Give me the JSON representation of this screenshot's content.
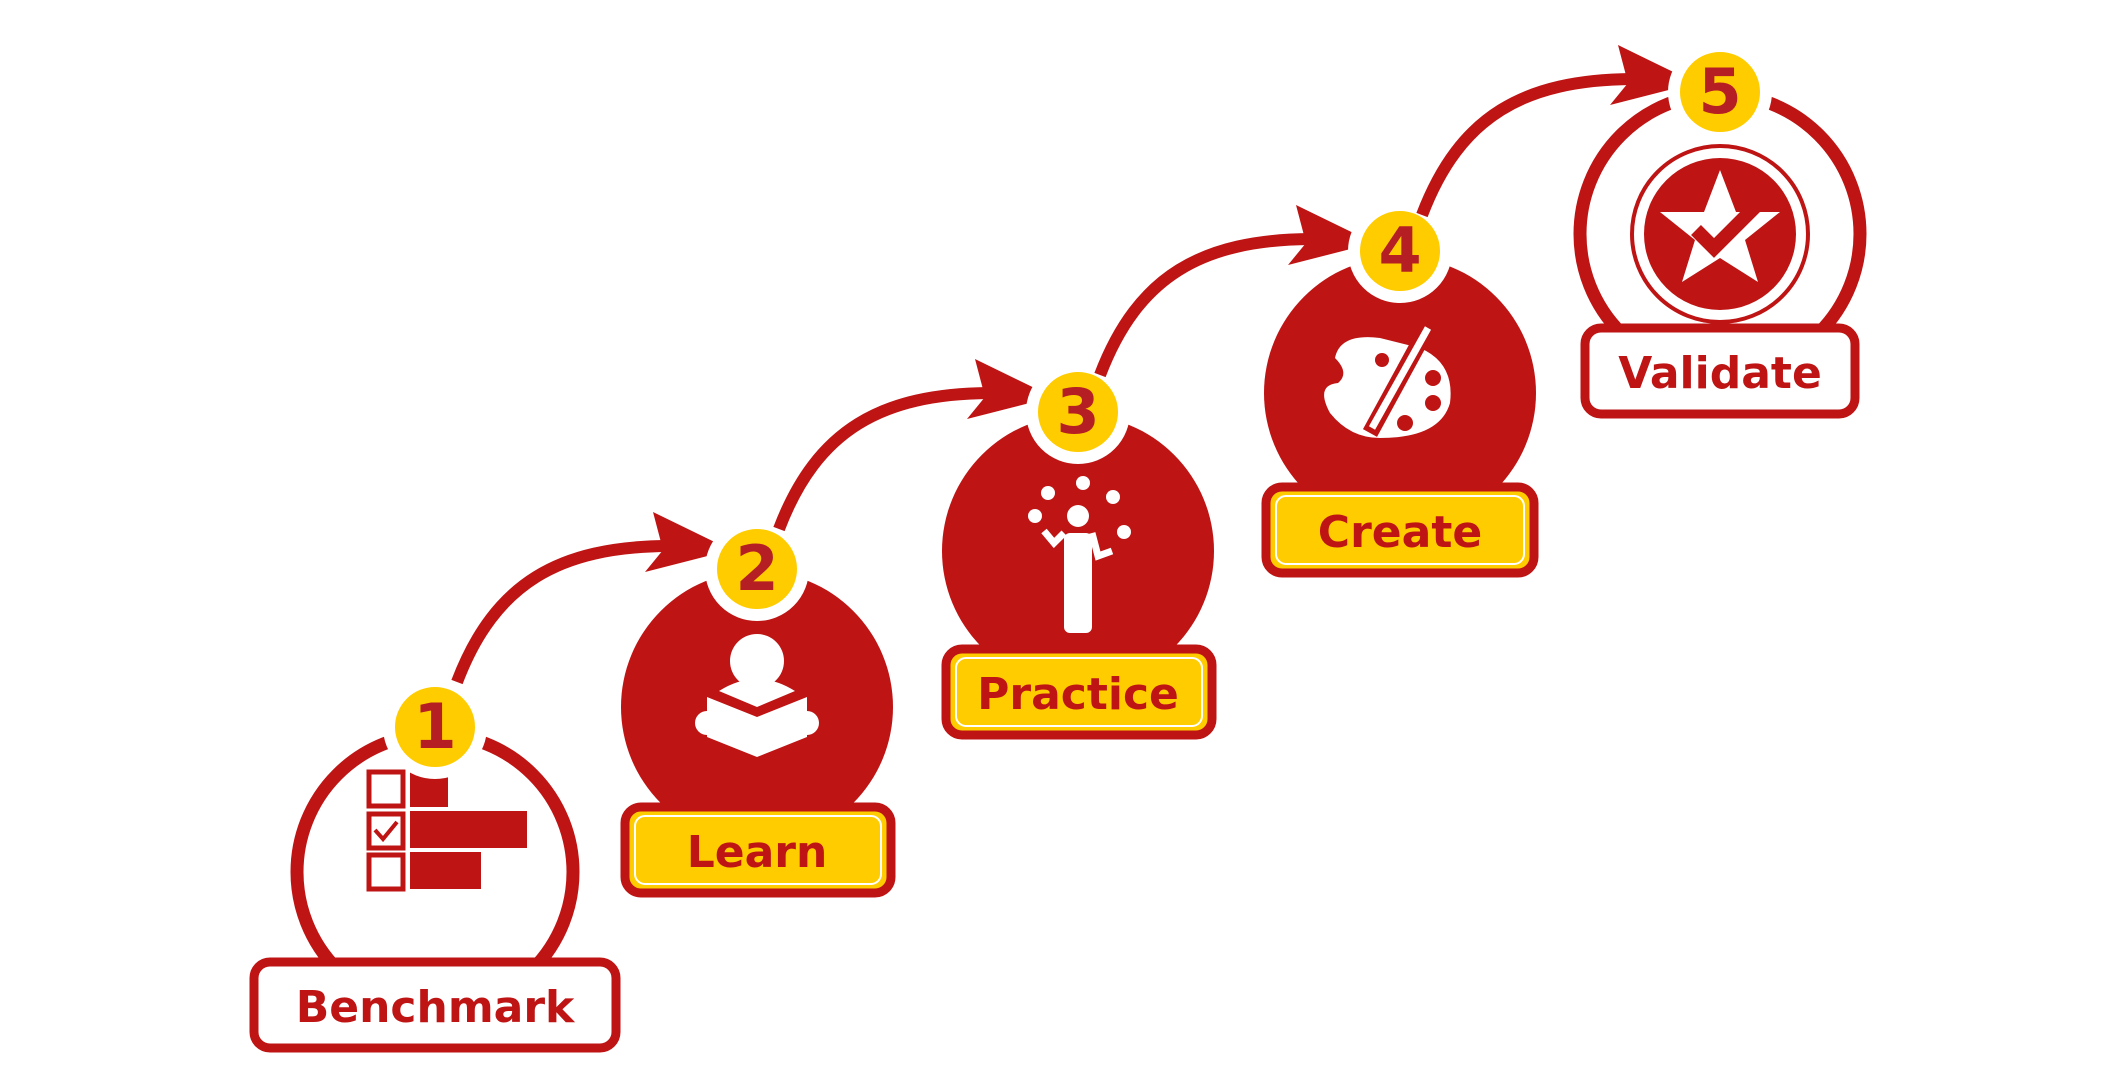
{
  "colors": {
    "red": "#be1414",
    "yellow": "#ffcc00",
    "number": "#b51f24"
  },
  "steps": [
    {
      "number": "1",
      "label": "Benchmark",
      "icon": "checklist-icon"
    },
    {
      "number": "2",
      "label": "Learn",
      "icon": "person-reading-icon"
    },
    {
      "number": "3",
      "label": "Practice",
      "icon": "person-juggling-icon"
    },
    {
      "number": "4",
      "label": "Create",
      "icon": "paint-palette-icon"
    },
    {
      "number": "5",
      "label": "Validate",
      "icon": "star-check-icon"
    }
  ]
}
